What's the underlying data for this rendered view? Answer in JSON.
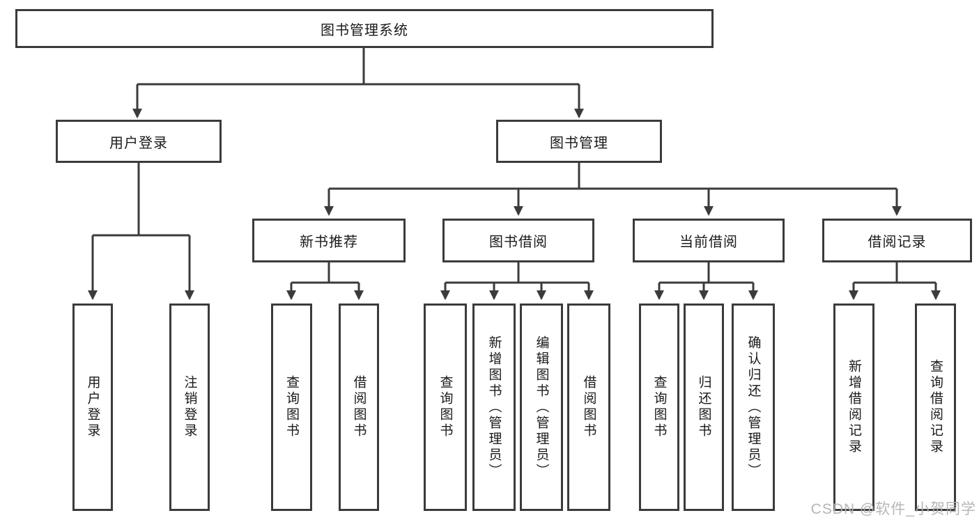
{
  "tree": {
    "root": {
      "label": "图书管理系统"
    },
    "user_login": {
      "label": "用户登录",
      "children": [
        {
          "label": "用户登录"
        },
        {
          "label": "注销登录"
        }
      ]
    },
    "book_management": {
      "label": "图书管理",
      "groups": [
        {
          "label": "新书推荐",
          "children": [
            {
              "label": "查询图书"
            },
            {
              "label": "借阅图书"
            }
          ]
        },
        {
          "label": "图书借阅",
          "children": [
            {
              "label": "查询图书"
            },
            {
              "label": "新增图书（管理员）"
            },
            {
              "label": "编辑图书（管理员）"
            },
            {
              "label": "借阅图书"
            }
          ]
        },
        {
          "label": "当前借阅",
          "children": [
            {
              "label": "查询图书"
            },
            {
              "label": "归还图书"
            },
            {
              "label": "确认归还（管理员）"
            }
          ]
        },
        {
          "label": "借阅记录",
          "children": [
            {
              "label": "新增借阅记录"
            },
            {
              "label": "查询借阅记录"
            }
          ]
        }
      ]
    }
  },
  "watermark": {
    "text": "CSDN @软件_小贺同学"
  },
  "colors": {
    "line": "#3b3b3b",
    "text": "#1a1a1a",
    "background": "#ffffff",
    "watermark": "#b2b2b2"
  }
}
